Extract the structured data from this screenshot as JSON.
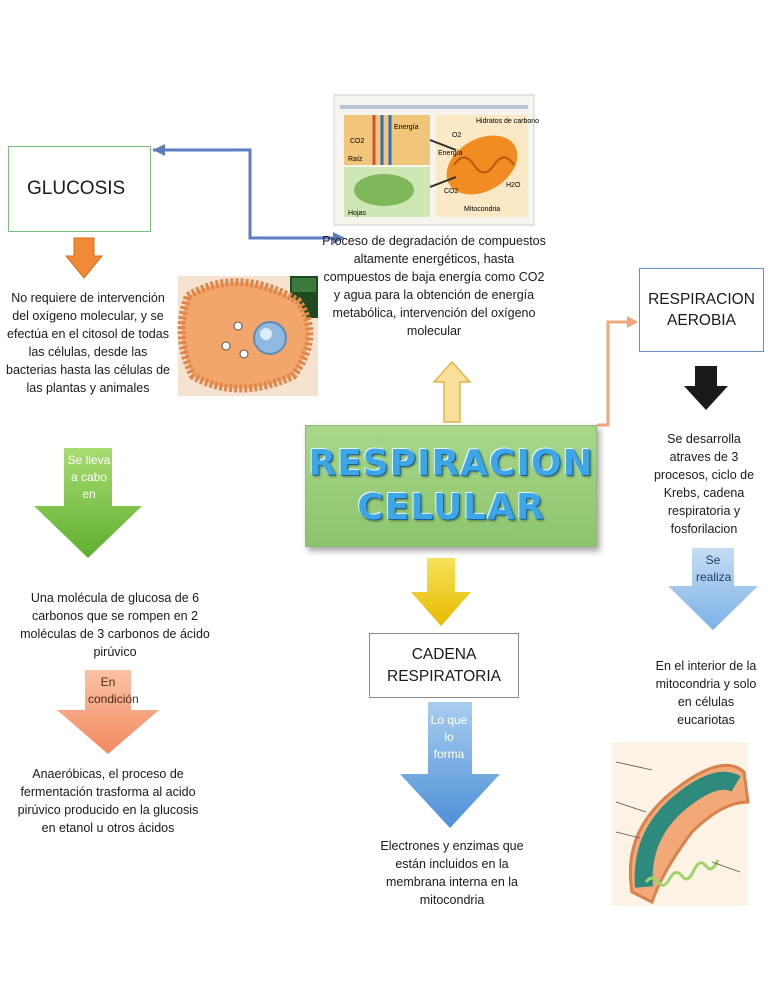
{
  "center": {
    "line1": "RESPIRACION",
    "line2": "CELULAR"
  },
  "top": {
    "description": "Proceso de degradación de compuestos altamente energéticos, hasta compuestos de baja energía como CO2 y agua para la obtención de energía metabólica, intervención del oxígeno molecular",
    "image_labels": [
      "Energía",
      "Hidratos de carbono",
      "O2",
      "CO2",
      "Raíz",
      "Energía",
      "Hojas",
      "CO2",
      "H2O",
      "Mitocondria"
    ]
  },
  "left": {
    "box_label": "GLUCOSIS",
    "description": "No requiere de intervención del oxígeno molecular, y se efectúa en el citosol de todas las células, desde las bacterias hasta las células de las plantas y animales",
    "arrow1_label": "Se lleva a cabo en",
    "molecula": "Una molécula de glucosa de 6 carbonos que se rompen en 2 moléculas de 3 carbonos de ácido pirúvico",
    "arrow2_label": "En condición",
    "anaerobicas": "Anaeróbicas, el proceso de fermentación trasforma al acido pirúvico producido en la glucosis en etanol u otros ácidos"
  },
  "right": {
    "box_label": "RESPIRACION AEROBIA",
    "description": "Se desarrolla atraves de 3 procesos, ciclo de Krebs, cadena respiratoria y fosforilacion",
    "arrow_label": "Se realiza",
    "interior": "En el interior de la mitocondria y solo en células eucariotas"
  },
  "bottom": {
    "box_label": "CADENA RESPIRATORIA",
    "arrow_label": "Lo que lo forma",
    "description": "Electrones y enzimas que están incluidos en la membrana interna en la mitocondria"
  },
  "colors": {
    "orange": "#f08a36",
    "green": "#7cc043",
    "yellow": "#f2d21b",
    "blue": "#7fb3e8",
    "black": "#1a1a1a",
    "salmon": "#f7a07c",
    "connector": "#4e6fb3"
  }
}
